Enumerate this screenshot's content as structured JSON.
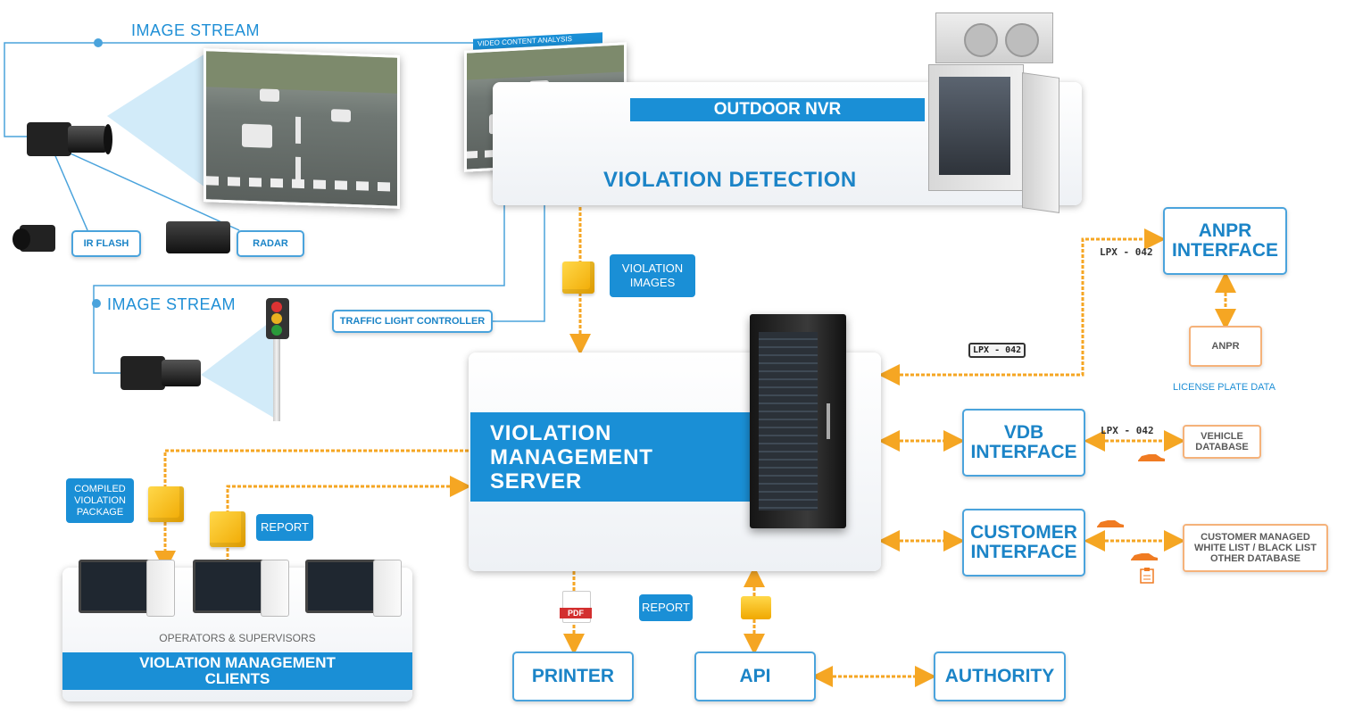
{
  "labels": {
    "image_stream_1": "IMAGE STREAM",
    "image_stream_2": "IMAGE STREAM",
    "video_content_analysis": "VIDEO CONTENT ANALYSIS",
    "outdoor_nvr": "OUTDOOR NVR",
    "violation_detection": "VIOLATION DETECTION",
    "ir_flash": "IR FLASH",
    "radar": "RADAR",
    "traffic_light_controller": "TRAFFIC LIGHT CONTROLLER",
    "violation_images": "VIOLATION IMAGES",
    "server_line1": "VIOLATION",
    "server_line2": "MANAGEMENT",
    "server_line3": "SERVER",
    "compiled_package": "COMPILED VIOLATION PACKAGE",
    "report_left": "REPORT",
    "report_bottom": "REPORT",
    "operators": "OPERATORS & SUPERVISORS",
    "clients": "VIOLATION MANAGEMENT CLIENTS",
    "printer": "PRINTER",
    "api": "API",
    "authority": "AUTHORITY",
    "pdf": "PDF",
    "anpr_interface": "ANPR INTERFACE",
    "anpr": "ANPR",
    "license_plate_data": "LICENSE PLATE DATA",
    "vdb_interface": "VDB INTERFACE",
    "vehicle_database": "VEHICLE DATABASE",
    "customer_interface": "CUSTOMER INTERFACE",
    "customer_db": "CUSTOMER MANAGED WHITE LIST / BLACK LIST OTHER DATABASE",
    "lpx_1": "LPX - 042",
    "lpx_2": "LPX - 042",
    "lpx_3": "LPX - 042"
  },
  "colors": {
    "accent_blue": "#1a8fd6",
    "flow_orange": "#f5a623",
    "line_blue": "#4aa3dc"
  }
}
